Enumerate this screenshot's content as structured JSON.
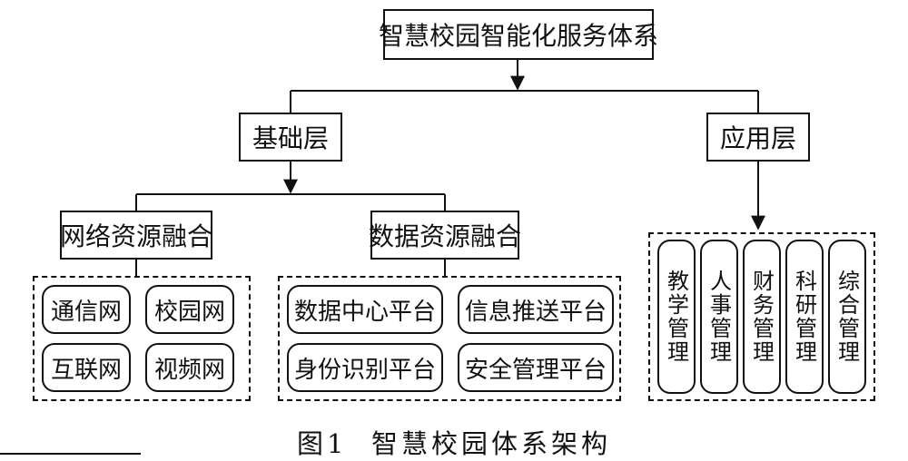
{
  "root": {
    "title": "智慧校园智能化服务体系"
  },
  "basic_layer": {
    "title": "基础层",
    "network": {
      "title": "网络资源融合",
      "items": [
        "通信网",
        "校园网",
        "互联网",
        "视频网"
      ]
    },
    "data": {
      "title": "数据资源融合",
      "items": [
        "数据中心平台",
        "信息推送平台",
        "身份识别平台",
        "安全管理平台"
      ]
    }
  },
  "application_layer": {
    "title": "应用层",
    "items": [
      "教学管理",
      "人事管理",
      "财务管理",
      "科研管理",
      "综合管理"
    ]
  },
  "caption": {
    "fig": "图1",
    "text": "智慧校园体系架构"
  }
}
